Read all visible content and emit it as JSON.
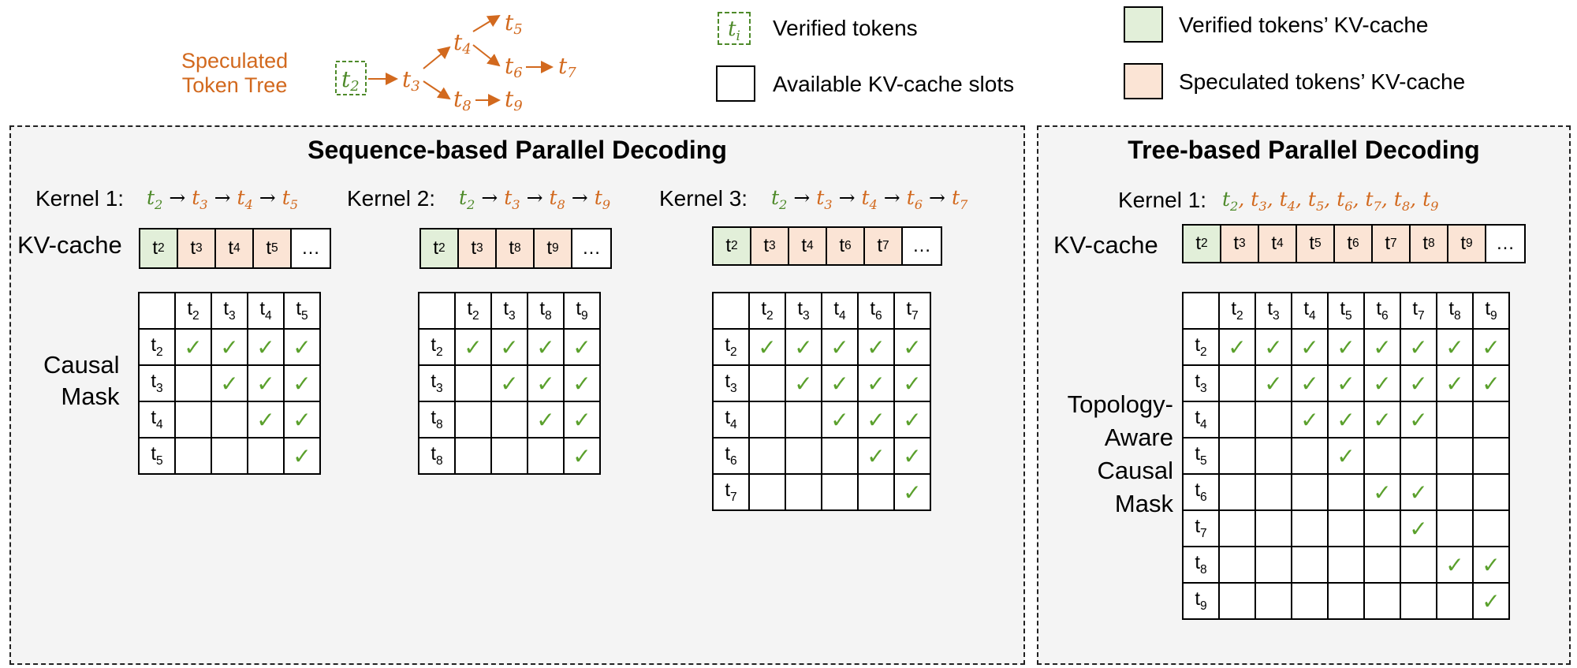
{
  "legend": {
    "tree_label_1": "Speculated",
    "tree_label_2": "Token Tree",
    "verified_swatch": "t",
    "verified_swatch_sub": "i",
    "verified_tokens": "Verified tokens",
    "available_slots": "Available KV-cache slots",
    "verified_kv": "Verified tokens’ KV-cache",
    "speculated_kv": "Speculated tokens’ KV-cache"
  },
  "tree_nodes": [
    {
      "id": "t2",
      "base": "t",
      "sub": "2"
    },
    {
      "id": "t3",
      "base": "t",
      "sub": "3"
    },
    {
      "id": "t4",
      "base": "t",
      "sub": "4"
    },
    {
      "id": "t5",
      "base": "t",
      "sub": "5"
    },
    {
      "id": "t6",
      "base": "t",
      "sub": "6"
    },
    {
      "id": "t7",
      "base": "t",
      "sub": "7"
    },
    {
      "id": "t8",
      "base": "t",
      "sub": "8"
    },
    {
      "id": "t9",
      "base": "t",
      "sub": "9"
    }
  ],
  "colors": {
    "verified": "#e2efd9",
    "speculated": "#fbe4d5",
    "check": "#5aa02c",
    "orange": "#d2691e",
    "green": "#4e8a2a",
    "panel": "#f4f4f4"
  },
  "sequence_panel": {
    "title": "Sequence-based Parallel Decoding",
    "kv_label": "KV-cache",
    "mask_label_1": "Causal",
    "mask_label_2": "Mask",
    "kernels": [
      {
        "label": "Kernel 1:",
        "sequence": [
          [
            "2",
            "g"
          ],
          [
            "3",
            "o"
          ],
          [
            "4",
            "o"
          ],
          [
            "5",
            "o"
          ]
        ],
        "kv": [
          [
            "2",
            "v"
          ],
          [
            "3",
            "s"
          ],
          [
            "4",
            "s"
          ],
          [
            "5",
            "s"
          ],
          [
            "…",
            "e"
          ]
        ],
        "cols": [
          "2",
          "3",
          "4",
          "5"
        ],
        "rows": [
          "2",
          "3",
          "4",
          "5"
        ],
        "checks": [
          [
            1,
            1,
            1,
            1
          ],
          [
            0,
            1,
            1,
            1
          ],
          [
            0,
            0,
            1,
            1
          ],
          [
            0,
            0,
            0,
            1
          ]
        ]
      },
      {
        "label": "Kernel 2:",
        "sequence": [
          [
            "2",
            "g"
          ],
          [
            "3",
            "o"
          ],
          [
            "8",
            "o"
          ],
          [
            "9",
            "o"
          ]
        ],
        "kv": [
          [
            "2",
            "v"
          ],
          [
            "3",
            "s"
          ],
          [
            "8",
            "s"
          ],
          [
            "9",
            "s"
          ],
          [
            "…",
            "e"
          ]
        ],
        "cols": [
          "2",
          "3",
          "8",
          "9"
        ],
        "rows": [
          "2",
          "3",
          "8",
          "8"
        ],
        "checks": [
          [
            1,
            1,
            1,
            1
          ],
          [
            0,
            1,
            1,
            1
          ],
          [
            0,
            0,
            1,
            1
          ],
          [
            0,
            0,
            0,
            1
          ]
        ]
      },
      {
        "label": "Kernel 3:",
        "sequence": [
          [
            "2",
            "g"
          ],
          [
            "3",
            "o"
          ],
          [
            "4",
            "o"
          ],
          [
            "6",
            "o"
          ],
          [
            "7",
            "o"
          ]
        ],
        "kv": [
          [
            "2",
            "v"
          ],
          [
            "3",
            "s"
          ],
          [
            "4",
            "s"
          ],
          [
            "6",
            "s"
          ],
          [
            "7",
            "s"
          ],
          [
            "…",
            "e"
          ]
        ],
        "cols": [
          "2",
          "3",
          "4",
          "6",
          "7"
        ],
        "rows": [
          "2",
          "3",
          "4",
          "6",
          "7"
        ],
        "checks": [
          [
            1,
            1,
            1,
            1,
            1
          ],
          [
            0,
            1,
            1,
            1,
            1
          ],
          [
            0,
            0,
            1,
            1,
            1
          ],
          [
            0,
            0,
            0,
            1,
            1
          ],
          [
            0,
            0,
            0,
            0,
            1
          ]
        ]
      }
    ]
  },
  "tree_panel": {
    "title": "Tree-based Parallel Decoding",
    "kv_label": "KV-cache",
    "mask_label_1": "Topology-",
    "mask_label_2": "Aware",
    "mask_label_3": "Causal",
    "mask_label_4": "Mask",
    "kernel": {
      "label": "Kernel 1:",
      "sequence": [
        [
          "2",
          "g"
        ],
        [
          "3",
          "o"
        ],
        [
          "4",
          "o"
        ],
        [
          "5",
          "o"
        ],
        [
          "6",
          "o"
        ],
        [
          "7",
          "o"
        ],
        [
          "8",
          "o"
        ],
        [
          "9",
          "o"
        ]
      ],
      "kv": [
        [
          "2",
          "v"
        ],
        [
          "3",
          "s"
        ],
        [
          "4",
          "s"
        ],
        [
          "5",
          "s"
        ],
        [
          "6",
          "s"
        ],
        [
          "7",
          "s"
        ],
        [
          "8",
          "s"
        ],
        [
          "9",
          "s"
        ],
        [
          "…",
          "e"
        ]
      ],
      "cols": [
        "2",
        "3",
        "4",
        "5",
        "6",
        "7",
        "8",
        "9"
      ],
      "rows": [
        "2",
        "3",
        "4",
        "5",
        "6",
        "7",
        "8",
        "9"
      ],
      "checks": [
        [
          1,
          1,
          1,
          1,
          1,
          1,
          1,
          1
        ],
        [
          0,
          1,
          1,
          1,
          1,
          1,
          1,
          1
        ],
        [
          0,
          0,
          1,
          1,
          1,
          1,
          0,
          0
        ],
        [
          0,
          0,
          0,
          1,
          0,
          0,
          0,
          0
        ],
        [
          0,
          0,
          0,
          0,
          1,
          1,
          0,
          0
        ],
        [
          0,
          0,
          0,
          0,
          0,
          1,
          0,
          0
        ],
        [
          0,
          0,
          0,
          0,
          0,
          0,
          1,
          1
        ],
        [
          0,
          0,
          0,
          0,
          0,
          0,
          0,
          1
        ]
      ]
    }
  },
  "symbols": {
    "check": "✓",
    "arrow": "→",
    "token": "t"
  }
}
